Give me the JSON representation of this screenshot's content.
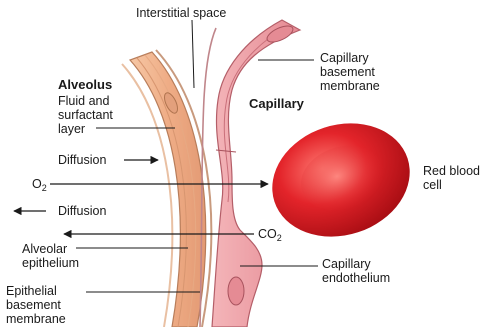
{
  "labels": {
    "interstitial_space": "Interstitial space",
    "alveolus": "Alveolus",
    "fluid_surfactant": [
      "Fluid and",
      "surfactant",
      "layer"
    ],
    "capillary": "Capillary",
    "capillary_basement_membrane": [
      "Capillary",
      "basement",
      "membrane"
    ],
    "diffusion_in": "Diffusion",
    "diffusion_out": "Diffusion",
    "o2": {
      "base": "O",
      "sub": "2"
    },
    "co2": {
      "base": "CO",
      "sub": "2"
    },
    "red_blood_cell": [
      "Red blood",
      "cell"
    ],
    "alveolar_epithelium": [
      "Alveolar",
      "epithelium"
    ],
    "capillary_endothelium": [
      "Capillary",
      "endothelium"
    ],
    "epithelial_basement_membrane": [
      "Epithelial",
      "basement",
      "membrane"
    ]
  },
  "colors": {
    "alveolar_wall": "#f2b48e",
    "alveolar_wall_dark": "#c98a63",
    "capillary_wall": "#f0a0a6",
    "capillary_wall_dark": "#c66e78",
    "red_blood_cell": "#d4141c",
    "red_blood_cell_highlight": "#ff6b6b"
  }
}
